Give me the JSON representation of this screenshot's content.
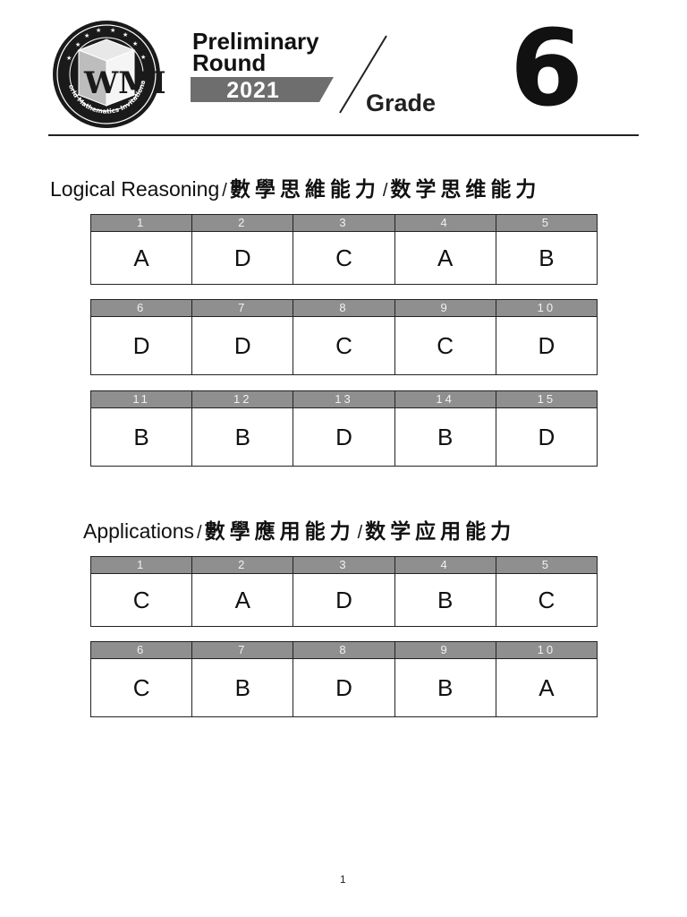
{
  "header": {
    "logo_text": "WMI",
    "logo_ring_text": "World Mathematics Invitational",
    "title_line1": "Preliminary",
    "title_line2": "Round",
    "year": "2021",
    "grade_label": "Grade",
    "grade_number": "6"
  },
  "sections": [
    {
      "title_en": "Logical Reasoning",
      "separator": "/",
      "title_trad": "數學思維能力",
      "title_simp": "数学思维能力",
      "rows": [
        {
          "questions": [
            "1",
            "2",
            "3",
            "4",
            "5"
          ],
          "answers": [
            "A",
            "D",
            "C",
            "A",
            "B"
          ]
        },
        {
          "questions": [
            "6",
            "7",
            "8",
            "9",
            "10"
          ],
          "answers": [
            "D",
            "D",
            "C",
            "C",
            "D"
          ]
        },
        {
          "questions": [
            "11",
            "12",
            "13",
            "14",
            "15"
          ],
          "answers": [
            "B",
            "B",
            "D",
            "B",
            "D"
          ]
        }
      ]
    },
    {
      "title_en": "Applications",
      "separator": "/",
      "title_trad": "數學應用能力",
      "title_simp": "数学应用能力",
      "rows": [
        {
          "questions": [
            "1",
            "2",
            "3",
            "4",
            "5"
          ],
          "answers": [
            "C",
            "A",
            "D",
            "B",
            "C"
          ]
        },
        {
          "questions": [
            "6",
            "7",
            "8",
            "9",
            "10"
          ],
          "answers": [
            "C",
            "B",
            "D",
            "B",
            "A"
          ]
        }
      ]
    }
  ],
  "footer": {
    "page_number": "1"
  },
  "colors": {
    "header_bar": "#8f8f8f",
    "year_bar": "#6e6e6e",
    "text": "#111111"
  }
}
